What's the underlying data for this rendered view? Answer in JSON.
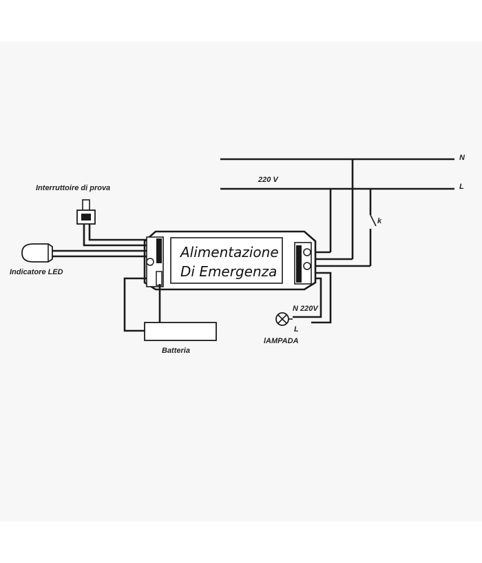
{
  "diagram": {
    "box_title_line1": "Alimentazione",
    "box_title_line2": "Di Emergenza",
    "label_n_top": "N",
    "label_l_top": "L",
    "label_voltage": "220 V",
    "label_switch": "Interruttoire di prova",
    "label_led": "Indicatore LED",
    "label_battery": "Batteria",
    "label_k": "k",
    "label_lamp_n": "N 220V",
    "label_lamp_l": "L",
    "label_lamp": "lAMPADA"
  }
}
